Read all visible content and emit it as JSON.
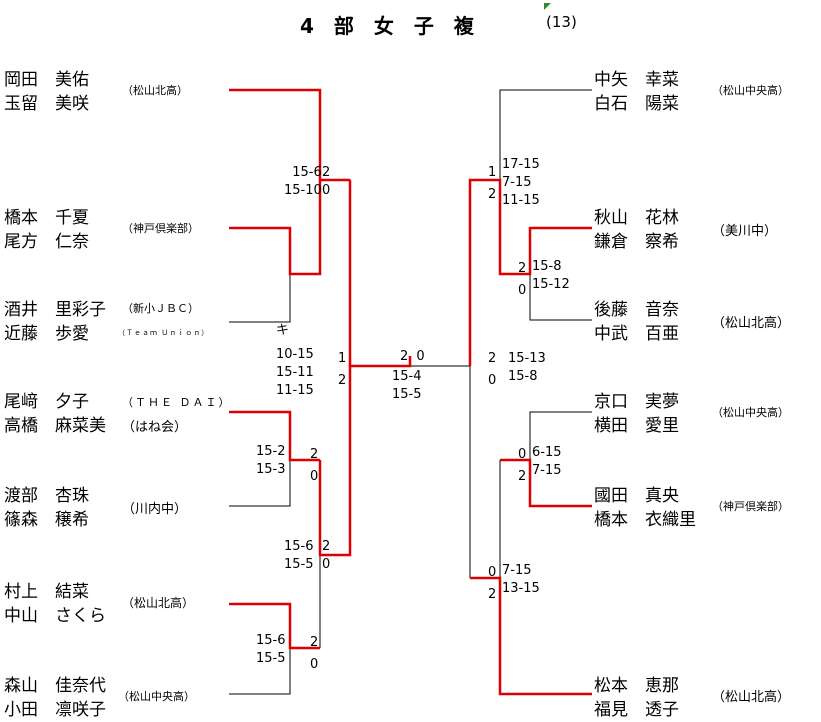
{
  "title": {
    "text": "4　部　女　子　複",
    "count": "(13)"
  },
  "left_players": [
    {
      "p1": "岡田　美佑",
      "p2": "玉留　美咲",
      "team": "（松山北高）"
    },
    {
      "p1": "橋本　千夏",
      "p2": "尾方　仁奈",
      "team": "（神戸倶楽部）"
    },
    {
      "p1": "酒井　里彩子",
      "p2": "近藤　歩愛",
      "team": "（新小ＪＢＣ）",
      "team2": "（Ｔｅａｍ Ｕｎｉｏｎ）"
    },
    {
      "p1": "尾﨑　夕子",
      "p2": "高橋　麻菜美",
      "team": "（ＴＨＥ ＤＡＩ）",
      "team2": "（はね会）"
    },
    {
      "p1": "渡部　杏珠",
      "p2": "篠森　穣希",
      "team": "（川内中）"
    },
    {
      "p1": "村上　結菜",
      "p2": "中山　さくら",
      "team": "（松山北高）"
    },
    {
      "p1": "森山　佳奈代",
      "p2": "小田　凛咲子",
      "team": "（松山中央高）"
    }
  ],
  "right_players": [
    {
      "p1": "中矢　幸菜",
      "p2": "白石　陽菜",
      "team": "（松山中央高）"
    },
    {
      "p1": "秋山　花林",
      "p2": "鎌倉　察希",
      "team": "（美川中）"
    },
    {
      "p1": "後藤　音奈",
      "p2": "中武　百亜",
      "team": "（松山北高）"
    },
    {
      "p1": "京口　実夢",
      "p2": "横田　愛里",
      "team": "（松山中央高）"
    },
    {
      "p1": "國田　真央",
      "p2": "橋本　衣織里",
      "team": "（神戸倶楽部）"
    },
    {
      "p1": "松本　恵那",
      "p2": "福見　透子",
      "team": "（松山北高）"
    }
  ],
  "scores": {
    "l_r1_scores": "15-6\n15-10",
    "l_r1_sets": "2\n0",
    "l_walkover": "キ",
    "l_r2_scores": "10-15\n15-11\n11-15",
    "l_r2_sets": "1\n2",
    "l_r3_scores": "15-2\n15-3",
    "l_r3_sets": "2\n0",
    "l_r4_scores": "15-6\n15-5",
    "l_r4_sets": "2\n0",
    "l_r5_scores": "15-6\n15-5",
    "l_r5_sets": "2\n0",
    "final_sets": "2 0",
    "final_scores": "15-4\n15-5",
    "r_r1_sets": "1\n2",
    "r_r1_scores": "17-15\n7-15\n11-15",
    "r_r2_sets": "2\n0",
    "r_r2_scores": "15-8\n15-12",
    "r_semi_sets": "2\n0",
    "r_semi_scores": "15-13\n15-8",
    "r_r3_sets": "0\n2",
    "r_r3_scores": "6-15\n7-15",
    "r_r4_sets": "0\n2",
    "r_r4_scores": "7-15\n13-15"
  },
  "colors": {
    "win": "#e00000",
    "line": "#000000",
    "marker": "#2e8b2e"
  }
}
